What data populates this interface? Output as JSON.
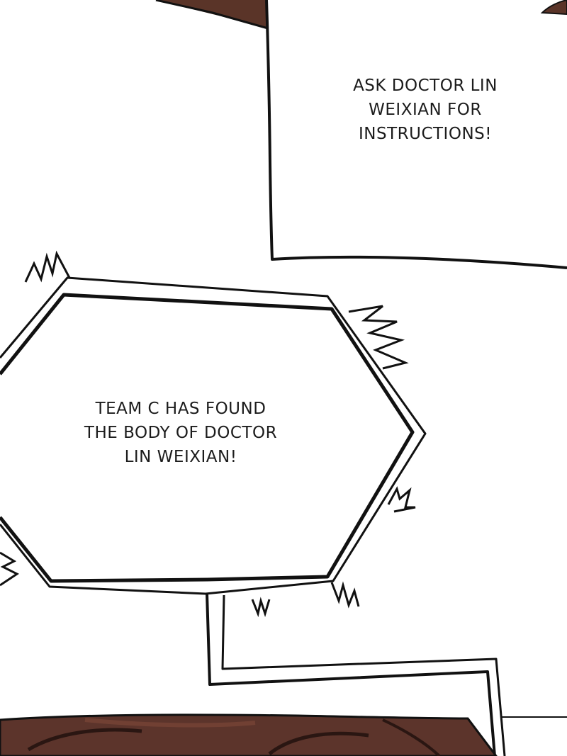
{
  "panel_top": {
    "caption_lines": [
      "ASK DOCTOR LIN",
      "WEIXIAN FOR",
      "INSTRUCTIONS!"
    ]
  },
  "panel_mid": {
    "caption_lines": [
      "TEAM C HAS FOUND",
      "THE BODY OF DOCTOR",
      "LIN WEIXIAN!"
    ]
  },
  "colors": {
    "background": "#ffffff",
    "ink": "#111111",
    "skin_dark": "#4a2a24",
    "skin_mid": "#6b3b30"
  }
}
